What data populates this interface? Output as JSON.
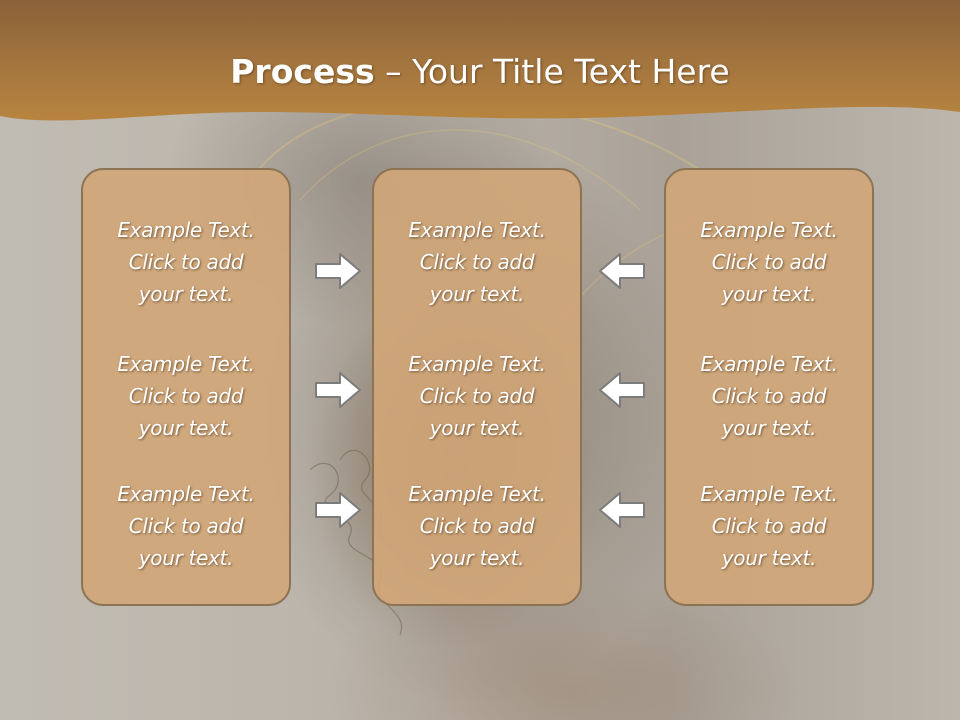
{
  "title": {
    "bold": "Process",
    "rest": " – Your Title Text Here"
  },
  "columns": [
    {
      "cells": [
        {
          "line1": "Example Text.",
          "line2": "Click  to add",
          "line3": "your text."
        },
        {
          "line1": "Example Text.",
          "line2": "Click  to add",
          "line3": "your text."
        },
        {
          "line1": "Example Text.",
          "line2": "Click  to add",
          "line3": "your text."
        }
      ]
    },
    {
      "cells": [
        {
          "line1": "Example Text.",
          "line2": "Click  to add",
          "line3": "your text."
        },
        {
          "line1": "Example Text.",
          "line2": "Click  to add",
          "line3": "your text."
        },
        {
          "line1": "Example Text.",
          "line2": "Click  to add",
          "line3": "your text."
        }
      ]
    },
    {
      "cells": [
        {
          "line1": "Example Text.",
          "line2": "Click  to add",
          "line3": "your text."
        },
        {
          "line1": "Example Text.",
          "line2": "Click  to add",
          "line3": "your text."
        },
        {
          "line1": "Example Text.",
          "line2": "Click  to add",
          "line3": "your text."
        }
      ]
    }
  ],
  "arrows": {
    "left_to_middle": "right-arrow-icon",
    "right_to_middle": "left-arrow-icon"
  },
  "colors": {
    "header_band": "#a6773f",
    "box_fill": "#d2a678",
    "box_border": "#8c7353",
    "text": "#ffffff",
    "arrow_fill": "#ffffff",
    "arrow_stroke": "#7c7c7c"
  }
}
